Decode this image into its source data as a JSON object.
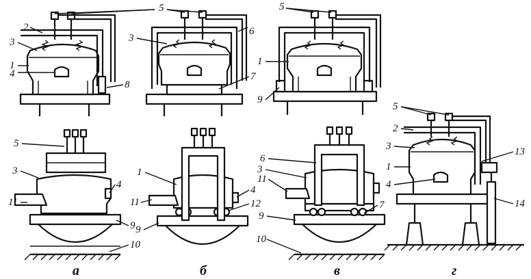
{
  "captions": {
    "a": "а",
    "b": "б",
    "v": "в",
    "g": "г"
  },
  "labels": {
    "l1": "1",
    "l2": "2",
    "l3": "3",
    "l4": "4",
    "l5": "5",
    "l6": "6",
    "l7": "7",
    "l8": "8",
    "l9": "9",
    "l10": "10",
    "l11": "11",
    "l12": "12",
    "l13": "13",
    "l14": "14"
  }
}
